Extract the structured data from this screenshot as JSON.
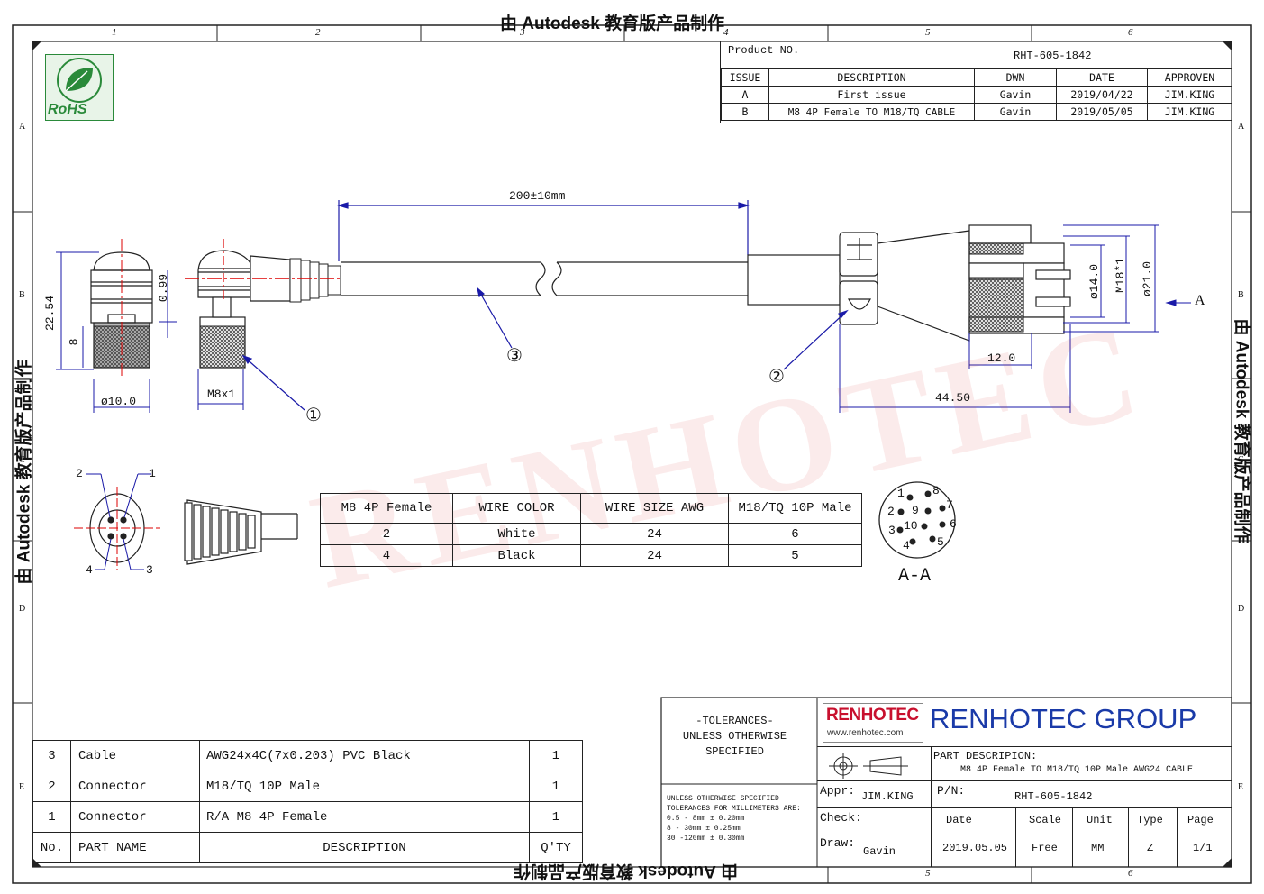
{
  "watermark_top": "由 Autodesk 教育版产品制作",
  "watermark_bottom": "由 Autodesk 教育版产品制作",
  "watermark_left": "由 Autodesk 教育版产品制作",
  "watermark_right": "由 Autodesk 教育版产品制作",
  "bg_watermark": "RENHOTEC",
  "border": {
    "cols_top": [
      "1",
      "2",
      "3",
      "4",
      "5",
      "6"
    ],
    "cols_bottom": [
      "5",
      "6"
    ],
    "rows": [
      "A",
      "B",
      "C",
      "D",
      "E"
    ]
  },
  "rohs": "RoHS",
  "revision": {
    "product_no_label": "Product NO.",
    "product_no": "RHT-605-1842",
    "headers": [
      "ISSUE",
      "DESCRIPTION",
      "DWN",
      "DATE",
      "APPROVEN"
    ],
    "rows": [
      [
        "A",
        "First issue",
        "Gavin",
        "2019/04/22",
        "JIM.KING"
      ],
      [
        "B",
        "M8 4P Female TO M18/TQ CABLE",
        "Gavin",
        "2019/05/05",
        "JIM.KING"
      ]
    ]
  },
  "dims": {
    "length": "200±10mm",
    "d22_54": "22.54",
    "d0_99": "0.99",
    "d8": "8",
    "d10": "ø10.0",
    "m8x1": "M8x1",
    "d14": "ø14.0",
    "m18": "M18*1",
    "d21": "ø21.0",
    "d12": "12.0",
    "d44_5": "44.50",
    "view_a": "A"
  },
  "callouts": [
    "①",
    "②",
    "③"
  ],
  "pins_left": [
    "1",
    "2",
    "3",
    "4"
  ],
  "wire_table": {
    "headers": [
      "M8 4P Female",
      "WIRE COLOR",
      "WIRE SIZE AWG",
      "M18/TQ 10P Male"
    ],
    "rows": [
      [
        "2",
        "White",
        "24",
        "6"
      ],
      [
        "4",
        "Black",
        "24",
        "5"
      ]
    ]
  },
  "face": {
    "pins": [
      "1",
      "8",
      "2",
      "9",
      "7",
      "3",
      "10",
      "6",
      "4",
      "5"
    ],
    "label": "A-A"
  },
  "bom": {
    "rows": [
      {
        "no": "3",
        "part": "Cable",
        "desc": "AWG24x4C(7x0.203) PVC Black",
        "qty": "1"
      },
      {
        "no": "2",
        "part": "Connector",
        "desc": "M18/TQ 10P Male",
        "qty": "1"
      },
      {
        "no": "1",
        "part": "Connector",
        "desc": "R/A M8 4P Female",
        "qty": "1"
      }
    ],
    "header": {
      "no": "No.",
      "part": "PART NAME",
      "desc": "DESCRIPTION",
      "qty": "Q'TY"
    }
  },
  "title_block": {
    "tolerances": "-TOLERANCES-\nUNLESS OTHERWISE\nSPECIFIED",
    "tol_small": "UNLESS OTHERWISE SPECIFIED\nTOLERANCES FOR MILLIMETERS ARE:\n0.5 - 8mm ± 0.20mm\n8 - 30mm ± 0.25mm\n30 -120mm ± 0.30mm",
    "logo_text": "RENHOTEC",
    "logo_url": "www.renhotec.com",
    "company": "RENHOTEC GROUP",
    "part_desc_label": "PART DESCRIPION:",
    "part_desc": "M8 4P Female TO M18/TQ 10P Male AWG24 CABLE",
    "appr_label": "Appr:",
    "appr": "JIM.KING",
    "pn_label": "P/N:",
    "pn": "RHT-605-1842",
    "check_label": "Check:",
    "draw_label": "Draw:",
    "draw": "Gavin",
    "date_label": "Date",
    "date": "2019.05.05",
    "scale_label": "Scale",
    "scale": "Free",
    "unit_label": "Unit",
    "unit": "MM",
    "type_label": "Type",
    "type": "Z",
    "page_label": "Page",
    "page": "1/1"
  }
}
